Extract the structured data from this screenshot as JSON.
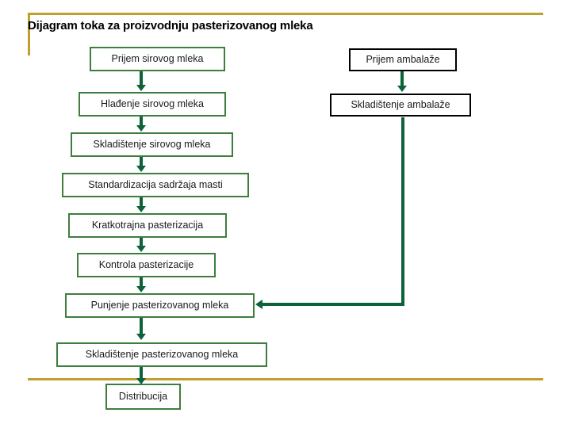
{
  "slide": {
    "title": "Dijagram toka za proizvodnju pasterizovanog mleka",
    "accent_gold": "#bfa02e",
    "accent_green_border": "#3f7d3f",
    "accent_green_arrow": "#0c6239",
    "accent_black_border": "#000000"
  },
  "flow": {
    "left_column": [
      {
        "id": "prijem-sirovog-mleka",
        "label": "Prijem sirovog mleka"
      },
      {
        "id": "hladjenje-sirovog-mleka",
        "label": "Hlađenje sirovog mleka"
      },
      {
        "id": "skladistenje-sirovog-mleka",
        "label": "Skladištenje sirovog mleka"
      },
      {
        "id": "standardizacija-sadrzaja-masti",
        "label": "Standardizacija sadržaja masti"
      },
      {
        "id": "kratkotrajna-pasterizacija",
        "label": "Kratkotrajna pasterizacija"
      },
      {
        "id": "kontrola-pasterizacije",
        "label": "Kontrola pasterizacije"
      },
      {
        "id": "punjenje-pasterizovanog-mleka",
        "label": "Punjenje pasterizovanog mleka"
      },
      {
        "id": "skladistenje-pasterizovanog-mleka",
        "label": "Skladištenje pasterizovanog mleka"
      },
      {
        "id": "distribucija",
        "label": "Distribucija"
      }
    ],
    "right_column": [
      {
        "id": "prijem-ambalaze",
        "label": "Prijem ambalaže"
      },
      {
        "id": "skladistenje-ambalaze",
        "label": "Skladištenje ambalaže"
      }
    ]
  }
}
